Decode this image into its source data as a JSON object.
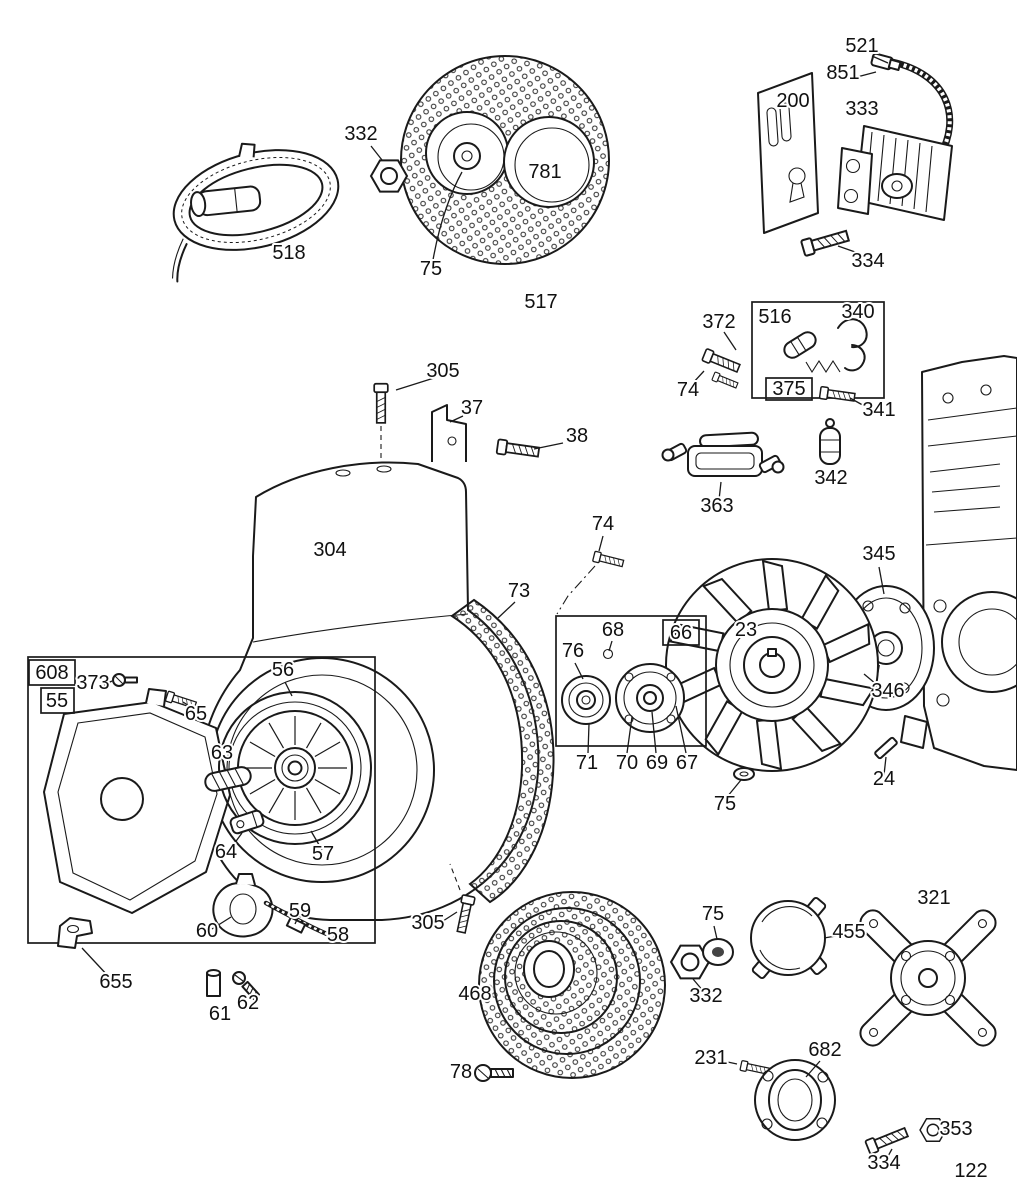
{
  "palette": {
    "ink": "#1a1a1a",
    "paper": "#ffffff"
  },
  "labels": {
    "nut_332_top": "332",
    "disc_781": "781",
    "rope_518": "518",
    "washer_75_top": "75",
    "screen_517": "517",
    "hose_521": "521",
    "fitting_851": "851",
    "bracket_200": "200",
    "armature_333": "333",
    "screw_334_top": "334",
    "screw_372": "372",
    "plunger_516": "516",
    "lever_340": "340",
    "screw_74_top": "74",
    "box_375": "375",
    "screw_341": "341",
    "link_363": "363",
    "filter_342": "342",
    "screw_305_top": "305",
    "bracket_37": "37",
    "screw_38": "38",
    "housing_304": "304",
    "screw_74_mid": "74",
    "screen_73": "73",
    "ball_68": "68",
    "box_66": "66",
    "flywheel_23": "23",
    "plate_345": "345",
    "pulley_76": "76",
    "screw_346": "346",
    "washer_71": "71",
    "washer_70": "70",
    "retainer_69": "69",
    "screw_67": "67",
    "key_24": "24",
    "washer_75_flywheel": "75",
    "box_608": "608",
    "screw_373": "373",
    "box_55": "55",
    "screw_65": "65",
    "pulley_56": "56",
    "spring_63": "63",
    "guide_64": "64",
    "sheave_57": "57",
    "handle_60": "60",
    "pin_59": "59",
    "rope_58": "58",
    "screw_305_bottom": "305",
    "foot_655": "655",
    "spacer_61": "61",
    "screw_62": "62",
    "screen_468": "468",
    "screw_78": "78",
    "nut_332_bottom": "332",
    "washer_75_bottom": "75",
    "clutch_455": "455",
    "screen_321": "321",
    "screw_231": "231",
    "flange_682": "682",
    "screw_334_bottom": "334",
    "nut_353": "353",
    "page_number": "122"
  }
}
